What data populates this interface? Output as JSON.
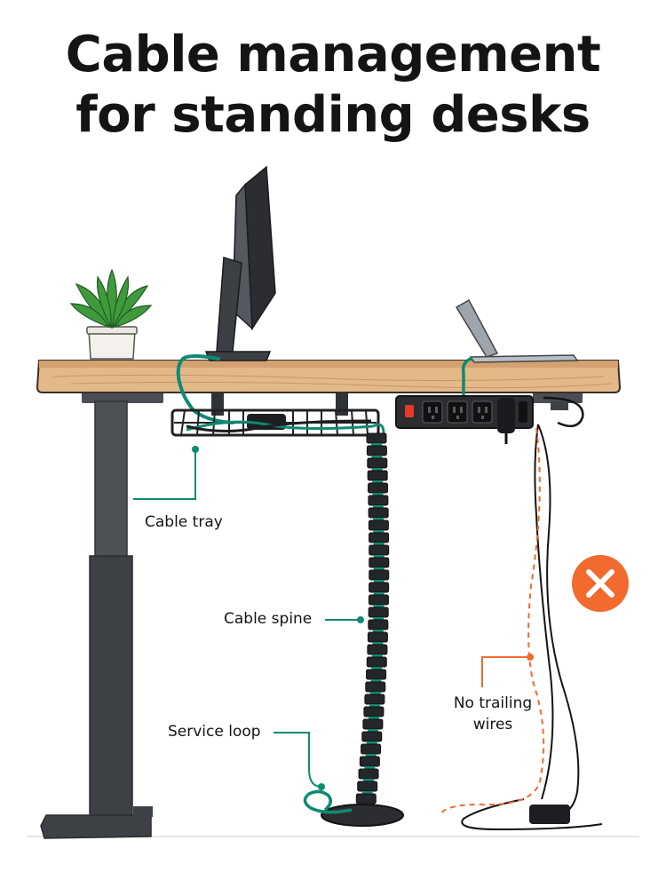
{
  "title": {
    "line1": "Cable management",
    "line2": "for standing desks"
  },
  "labels": {
    "cable_tray": "Cable tray",
    "cable_spine": "Cable spine",
    "service_loop": "Service loop",
    "no_trailing_wires": "No trailing wires"
  },
  "colors": {
    "accent_green": "#0e8a72",
    "warning_orange": "#f26a2e",
    "desktop_wood": "#e3b98a",
    "frame_dark": "#3c3f44"
  },
  "icons": {
    "warning": "x-circle-icon"
  }
}
